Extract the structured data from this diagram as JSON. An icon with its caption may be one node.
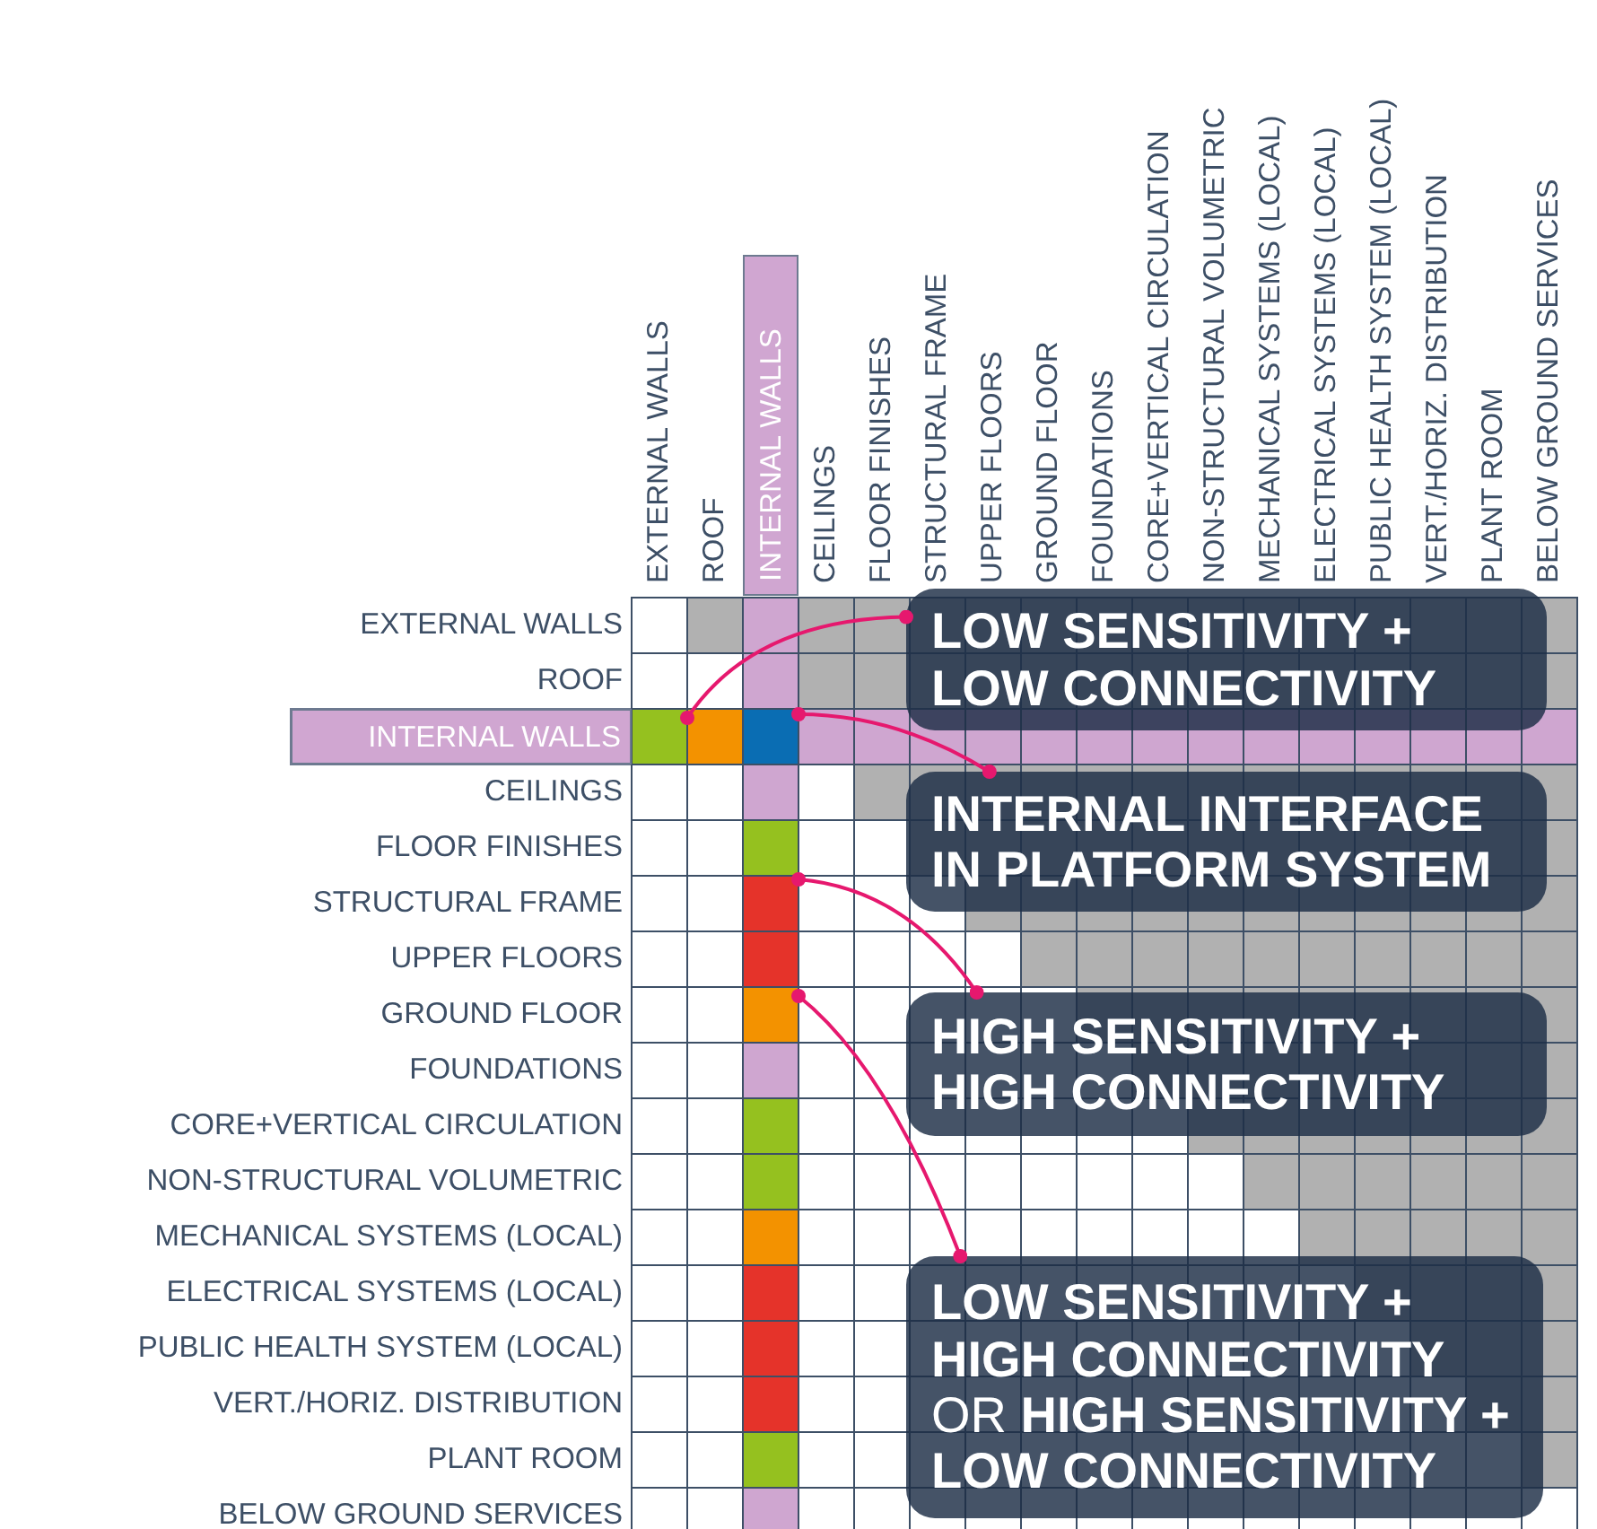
{
  "diagram": {
    "nodes": [
      {
        "text": [
          "LOW SENSITIVITY + LOW CONNECTIVITY"
        ]
      },
      {
        "text": [
          "INTERNAL INTERFACE IN PLATFORM SYSTEM"
        ]
      },
      {
        "text": [
          "HIGH SENSITIVITY + HIGH CONNECTIVITY"
        ]
      },
      {
        "text": [
          "**LOW SENSITIVITY + HIGH CONNECTIVITY** OR **HIGH SENSITIVITY + LOW CONNECTIVITY**"
        ]
      },
      {
        "text": [],
        "shape": "box"
      },
      {
        "text": [],
        "shape": "box"
      },
      {
        "text": [],
        "shape": "box"
      },
      {
        "text": [],
        "shape": "box"
      }
    ],
    "edges": [
      {
        "from": 4,
        "to": 0,
        "arrow": "other"
      },
      {
        "from": 5,
        "to": 1,
        "arrow": "other"
      },
      {
        "from": 6,
        "to": 2,
        "arrow": "other"
      },
      {
        "from": 7,
        "to": 3,
        "arrow": "other"
      }
    ],
    "labels": [
      "EXTERNAL WALLS",
      "ROOF",
      "INTERNAL WALLS",
      "CEILINGS",
      "FLOOR FINISHES",
      "STRUCTURAL FRAME",
      "UPPER FLOORS",
      "GROUND FLOOR",
      "FOUNDATIONS",
      "CORE+VERTICAL CIRCULATION",
      "NON-STRUCTURAL VOLUMETRIC",
      "MECHANICAL SYSTEMS (LOCAL)",
      "ELECTRICAL SYSTEMS (LOCAL)",
      "PUBLIC HEALTH SYSTEM (LOCAL)",
      "VERT./HORIZ. DISTRIBUTION",
      "PLANT ROOM",
      "BELOW GROUND SERVICES",
      "EXTERNAL WALLS",
      "ROOF",
      "INTERNAL WALLS",
      "CEILINGS",
      "FLOOR FINISHES",
      "STRUCTURAL FRAME",
      "UPPER FLOORS",
      "GROUND FLOOR",
      "FOUNDATIONS",
      "CORE+VERTICAL CIRCULATION",
      "NON-STRUCTURAL VOLUMETRIC",
      "MECHANICAL SYSTEMS (LOCAL)",
      "ELECTRICAL SYSTEMS (LOCAL)",
      "PUBLIC HEALTH SYSTEM (LOCAL)",
      "VERT./HORIZ. DISTRIBUTION",
      "PLANT ROOM",
      "BELOW GROUND SERVICES"
    ]
  }
}
